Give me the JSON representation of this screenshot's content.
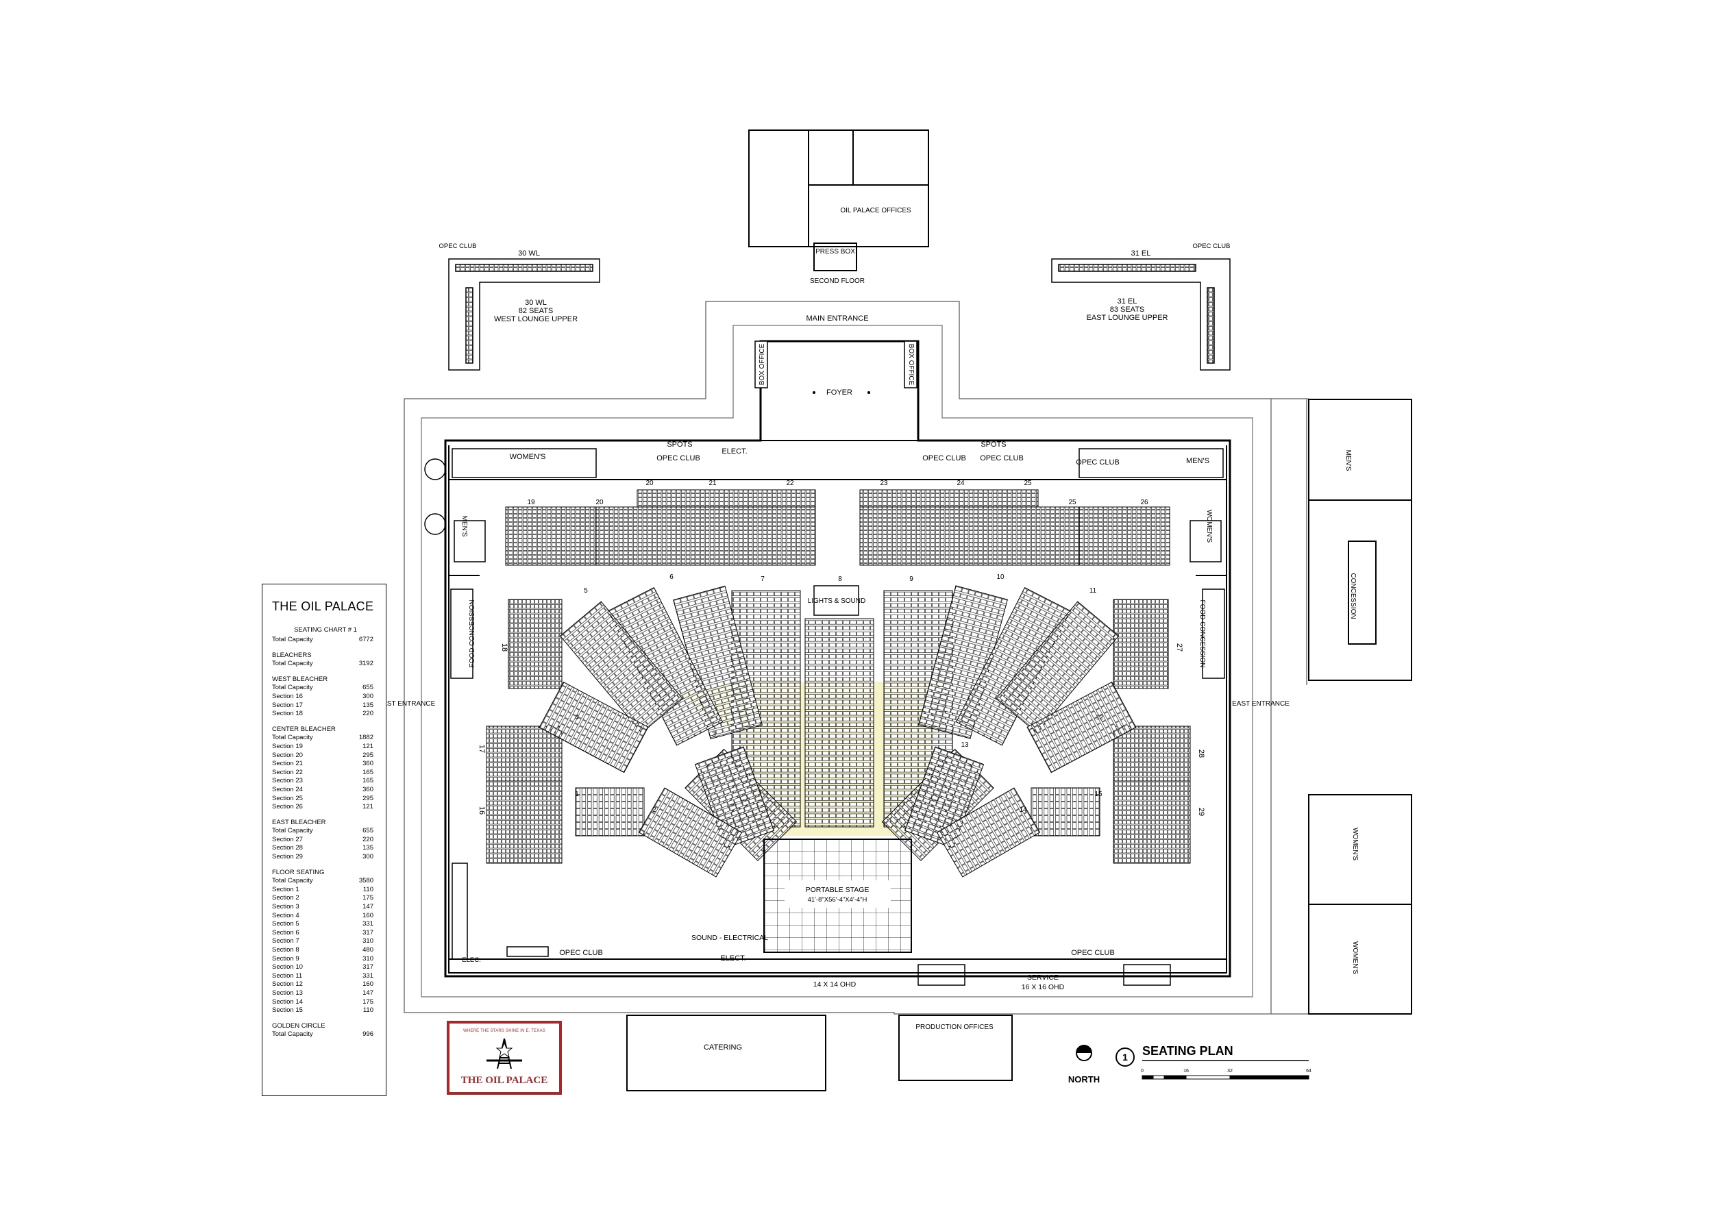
{
  "colors": {
    "line": "#000000",
    "golden": "#f6f3c8",
    "seat": "#d9d9d9",
    "logo": "#a32a2a"
  },
  "venue_name": "THE OIL PALACE",
  "legend": {
    "subtitle": "SEATING CHART # 1",
    "total": {
      "label": "Total Capacity",
      "value": "6772"
    },
    "groups": [
      {
        "name": "BLEACHERS",
        "rows": [
          {
            "label": "Total Capacity",
            "value": "3192"
          }
        ]
      },
      {
        "name": "WEST BLEACHER",
        "rows": [
          {
            "label": "Total Capacity",
            "value": "655"
          },
          {
            "label": "Section 16",
            "value": "300"
          },
          {
            "label": "Section 17",
            "value": "135"
          },
          {
            "label": "Section 18",
            "value": "220"
          }
        ]
      },
      {
        "name": "CENTER BLEACHER",
        "rows": [
          {
            "label": "Total Capacity",
            "value": "1882"
          },
          {
            "label": "Section 19",
            "value": "121"
          },
          {
            "label": "Section 20",
            "value": "295"
          },
          {
            "label": "Section 21",
            "value": "360"
          },
          {
            "label": "Section 22",
            "value": "165"
          },
          {
            "label": "Section 23",
            "value": "165"
          },
          {
            "label": "Section 24",
            "value": "360"
          },
          {
            "label": "Section 25",
            "value": "295"
          },
          {
            "label": "Section 26",
            "value": "121"
          }
        ]
      },
      {
        "name": "EAST BLEACHER",
        "rows": [
          {
            "label": "Total Capacity",
            "value": "655"
          },
          {
            "label": "Section 27",
            "value": "220"
          },
          {
            "label": "Section 28",
            "value": "135"
          },
          {
            "label": "Section 29",
            "value": "300"
          }
        ]
      },
      {
        "name": "FLOOR SEATING",
        "rows": [
          {
            "label": "Total Capacity",
            "value": "3580"
          },
          {
            "label": "Section 1",
            "value": "110"
          },
          {
            "label": "Section 2",
            "value": "175"
          },
          {
            "label": "Section 3",
            "value": "147"
          },
          {
            "label": "Section 4",
            "value": "160"
          },
          {
            "label": "Section 5",
            "value": "331"
          },
          {
            "label": "Section 6",
            "value": "317"
          },
          {
            "label": "Section 7",
            "value": "310"
          },
          {
            "label": "Section 8",
            "value": "480"
          },
          {
            "label": "Section 9",
            "value": "310"
          },
          {
            "label": "Section 10",
            "value": "317"
          },
          {
            "label": "Section 11",
            "value": "331"
          },
          {
            "label": "Section 12",
            "value": "160"
          },
          {
            "label": "Section 13",
            "value": "147"
          },
          {
            "label": "Section 14",
            "value": "175"
          },
          {
            "label": "Section 15",
            "value": "110"
          }
        ]
      },
      {
        "name": "GOLDEN CIRCLE",
        "rows": [
          {
            "label": "Total Capacity",
            "value": "996"
          }
        ]
      }
    ]
  },
  "logo": {
    "tagline": "WHERE THE STARS SHINE IN E. TEXAS",
    "name": "THE OIL PALACE",
    "icon": "oil-derrick-icon"
  },
  "rooms": {
    "main_entrance": "MAIN ENTRANCE",
    "foyer": "FOYER",
    "box_office": "BOX OFFICE",
    "spots": "SPOTS",
    "opec_club": "OPEC CLUB",
    "elect": "ELECT.",
    "elec": "ELEC.",
    "womens": "WOMEN'S",
    "mens": "MEN'S",
    "food_concession": "FOOD CONCESSION",
    "west_entrance": "WEST ENTRANCE",
    "east_entrance": "EAST ENTRANCE",
    "lights_sound": "LIGHTS & SOUND",
    "portable_stage": "PORTABLE STAGE",
    "stage_dims": "41'-8\"X56'-4\"X4'-4\"H",
    "sound_electrical": "SOUND - ELECTRICAL",
    "ohd_14": "14 X 14 OHD",
    "service": "SERVICE",
    "ohd_16": "16 X 16 OHD",
    "catering": "CATERING",
    "production_offices": "PRODUCTION OFFICES",
    "concession": "CONCESSION",
    "oil_palace_offices": "OIL PALACE OFFICES",
    "press_box": "PRESS BOX",
    "second_floor": "SECOND FLOOR"
  },
  "lounges": {
    "west": {
      "code": "30 WL",
      "seats": "82 SEATS",
      "name": "WEST LOUNGE UPPER",
      "club": "OPEC CLUB"
    },
    "east": {
      "code": "31 EL",
      "seats": "83 SEATS",
      "name": "EAST LOUNGE UPPER",
      "club": "OPEC CLUB"
    }
  },
  "section_labels": {
    "top_bleacher": [
      "19",
      "20",
      "21",
      "22",
      "23",
      "24",
      "25",
      "26",
      "20",
      "25"
    ],
    "floor": [
      "1",
      "2",
      "3",
      "4",
      "5",
      "6",
      "7",
      "8",
      "9",
      "10",
      "11",
      "12",
      "13",
      "14",
      "15"
    ],
    "side_bleacher": [
      "16",
      "17",
      "18",
      "27",
      "28",
      "29"
    ]
  },
  "plan": {
    "number": "1",
    "title": "SEATING PLAN",
    "north": "NORTH",
    "scale": [
      "0",
      "16",
      "32",
      "64"
    ]
  }
}
